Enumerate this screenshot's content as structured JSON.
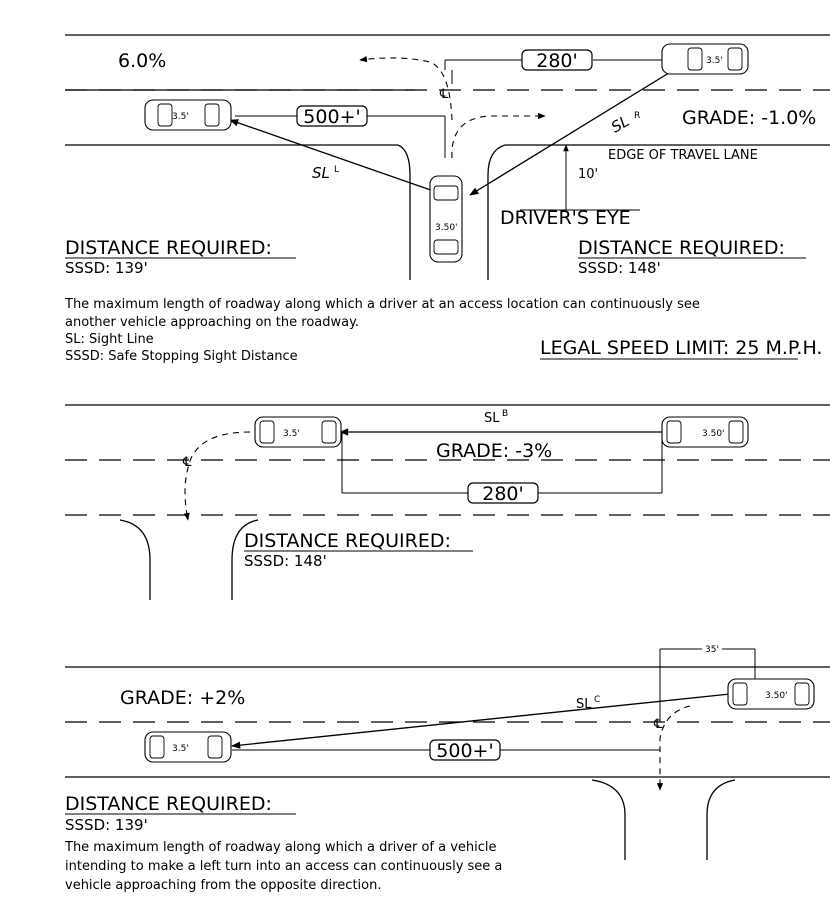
{
  "panel1": {
    "grade_left": "6.0%",
    "grade_right": "GRADE: -1.0%",
    "dist_top": "280'",
    "dist_left": "500+'",
    "sl_left": "SL",
    "sl_left_sup": "L",
    "sl_right": "SL",
    "sl_right_sup": "R",
    "edge_label": "EDGE OF TRAVEL LANE",
    "eye_height": "10'",
    "eye_label": "DRIVER'S EYE",
    "car_left_label": "3.5'",
    "car_right_label": "3.5'",
    "car_center_label": "3.50'",
    "dist_req_left_title": "DISTANCE REQUIRED:",
    "dist_req_left_value": "SSSD: 139'",
    "dist_req_right_title": "DISTANCE REQUIRED:",
    "dist_req_right_value": "SSSD: 148'",
    "cl_symbol": "℄"
  },
  "notes": {
    "definition_line1": "The maximum length of roadway along which a driver at an access location can continuously see",
    "definition_line2": "another vehicle approaching on the roadway.",
    "sl_def": "SL: Sight Line",
    "sssd_def": "SSSD: Safe Stopping Sight Distance",
    "speed_limit": "LEGAL SPEED LIMIT: 25 M.P.H."
  },
  "panel2": {
    "sl": "SL",
    "sl_sup": "B",
    "grade": "GRADE: -3%",
    "dist": "280'",
    "car_left_label": "3.5'",
    "car_right_label": "3.50'",
    "dist_req_title": "DISTANCE REQUIRED:",
    "dist_req_value": "SSSD: 148'",
    "cl_symbol": "℄"
  },
  "panel3": {
    "offset": "35'",
    "grade": "GRADE: +2%",
    "sl": "SL",
    "sl_sup": "C",
    "dist": "500+'",
    "car_left_label": "3.5'",
    "car_right_label": "3.50'",
    "dist_req_title": "DISTANCE REQUIRED:",
    "dist_req_value": "SSSD: 139'",
    "definition_line1": "The maximum length of roadway along which a driver of a vehicle",
    "definition_line2": "intending to make a left turn into an access can continuously see a",
    "definition_line3": "vehicle approaching from the opposite direction.",
    "cl_symbol": "℄"
  }
}
